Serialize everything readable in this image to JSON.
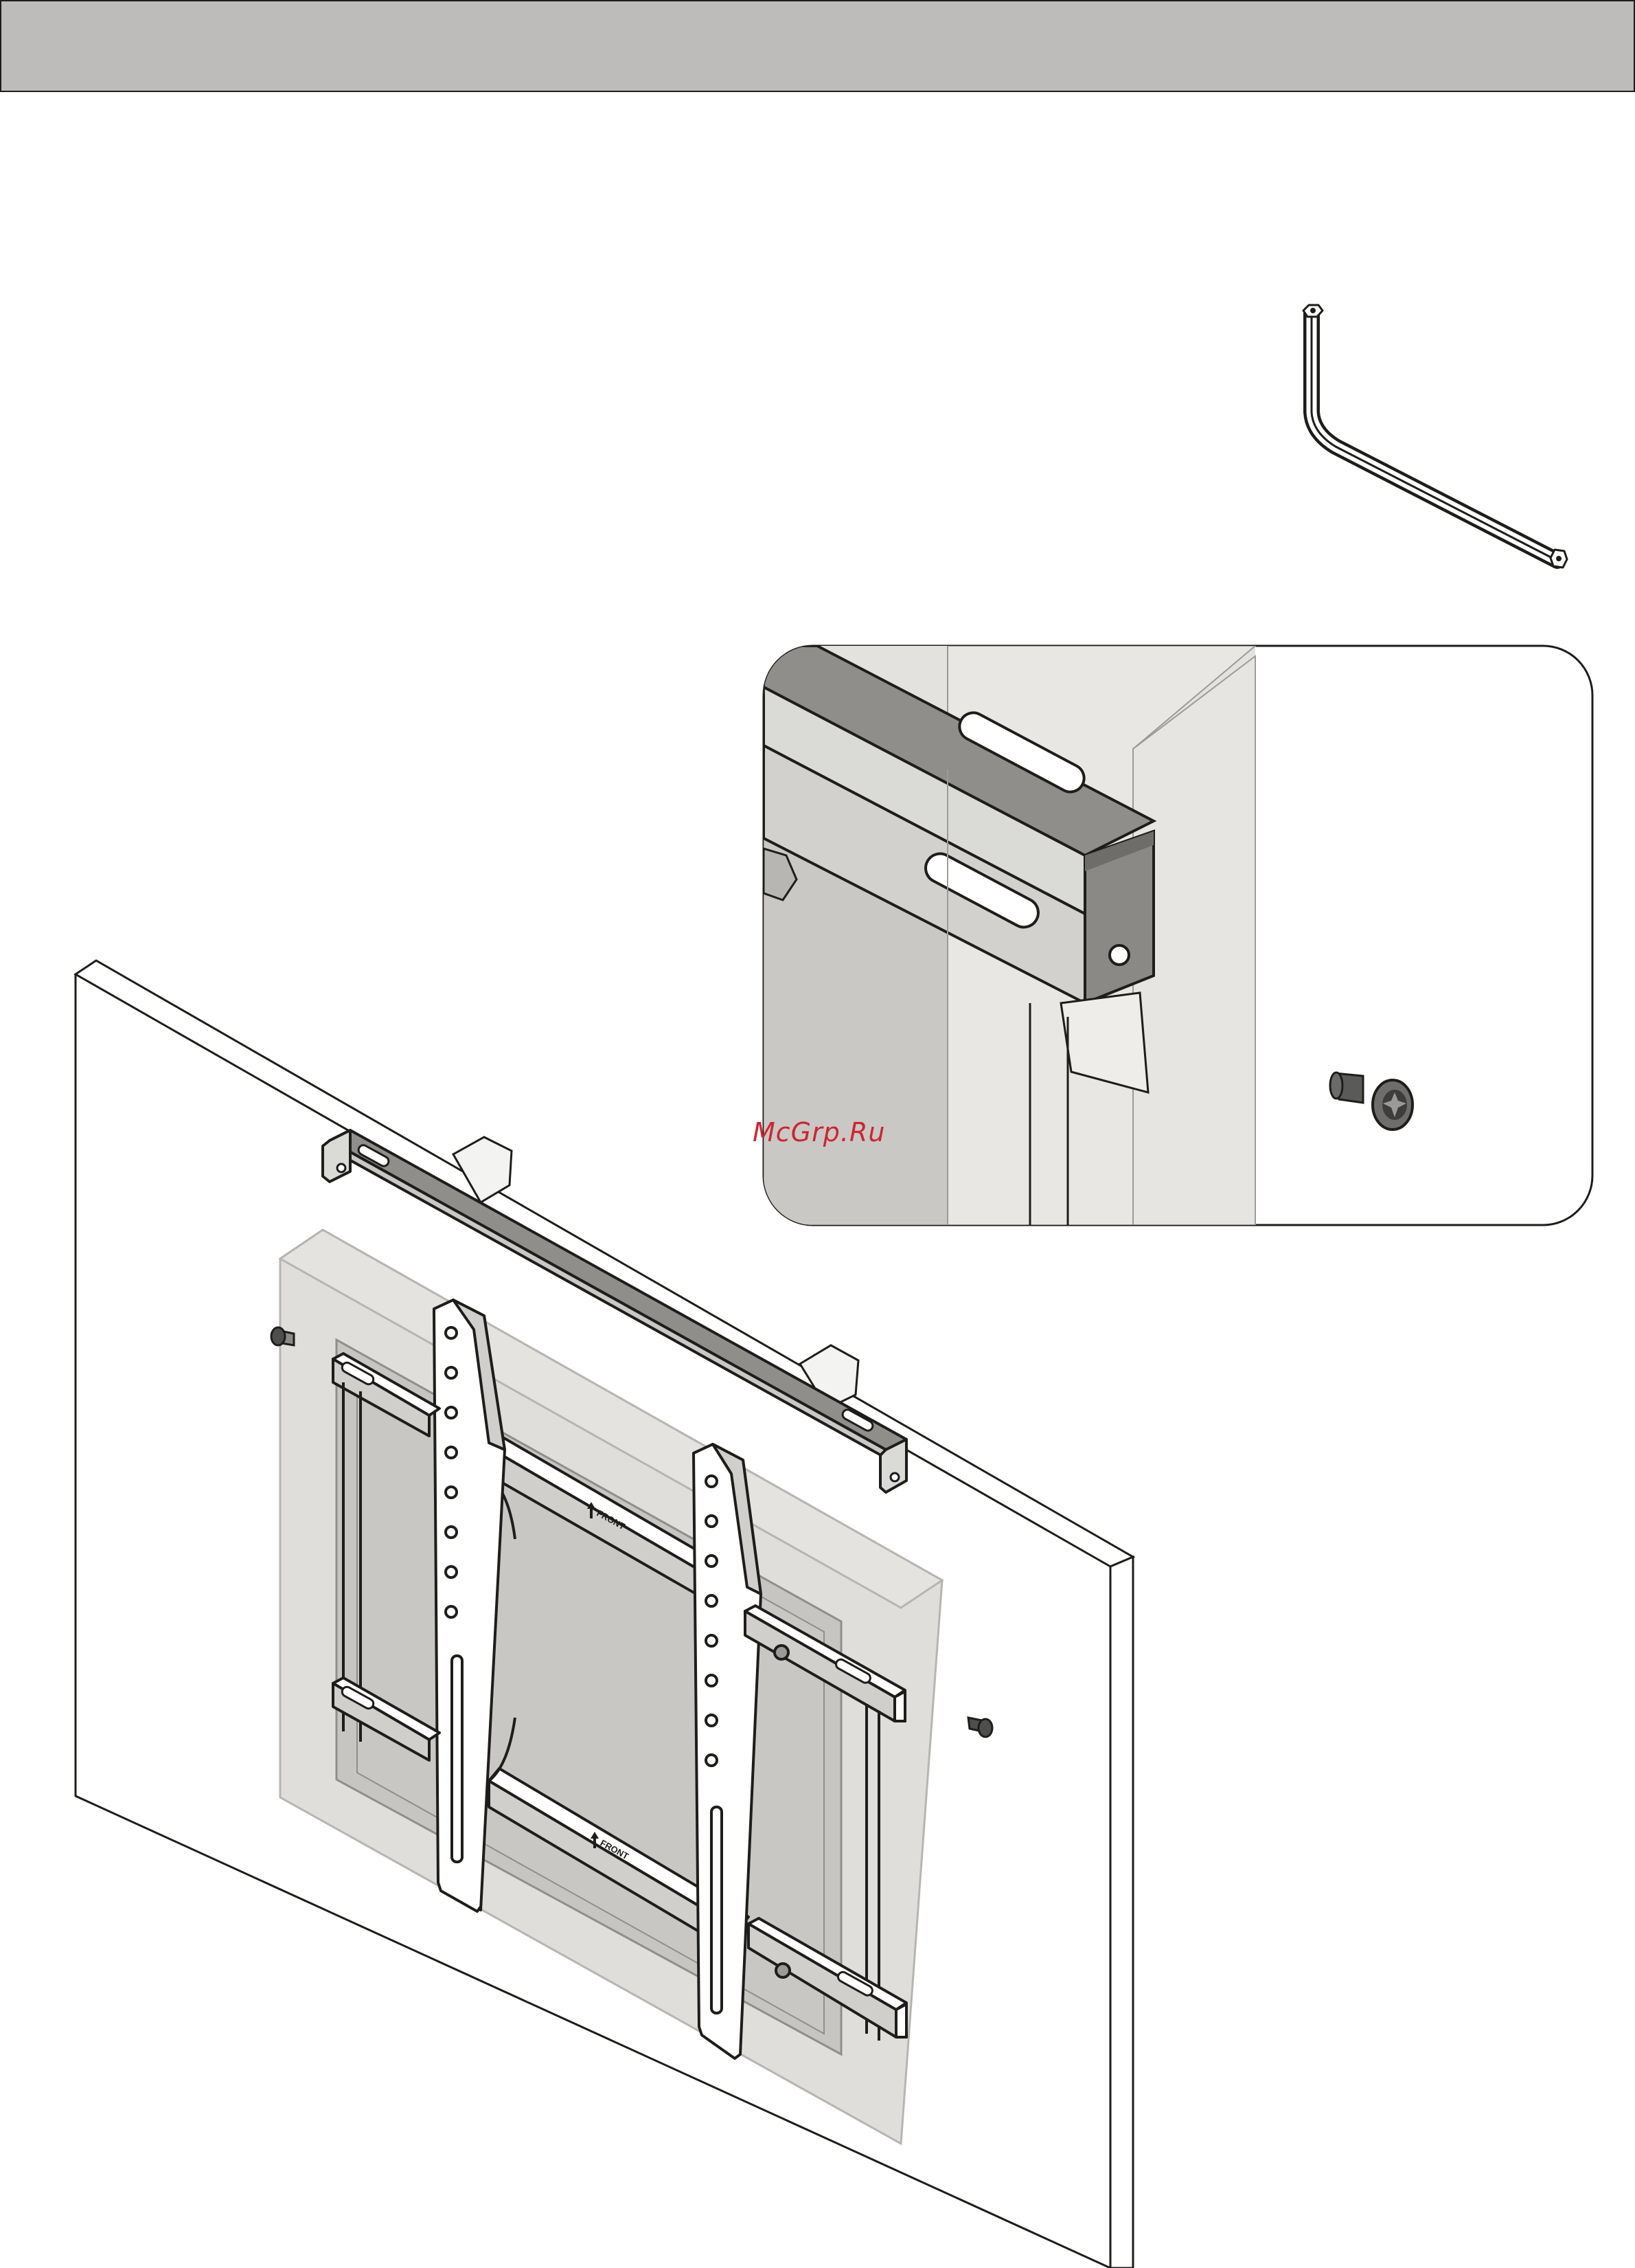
{
  "header": {
    "title": ""
  },
  "watermark": {
    "text": "McGrp.Ru",
    "color": "#cc2630"
  },
  "illustration": {
    "tool": "hex-key",
    "detail_callout": "rail-end-close-up",
    "scene": "tv-mount-bracket-on-wall",
    "bracket_label": "FRONT"
  },
  "colors": {
    "header": "#bdbcba",
    "line": "#1d1d1b",
    "wall": "#ffffff",
    "panel": "#d6d5d2"
  }
}
